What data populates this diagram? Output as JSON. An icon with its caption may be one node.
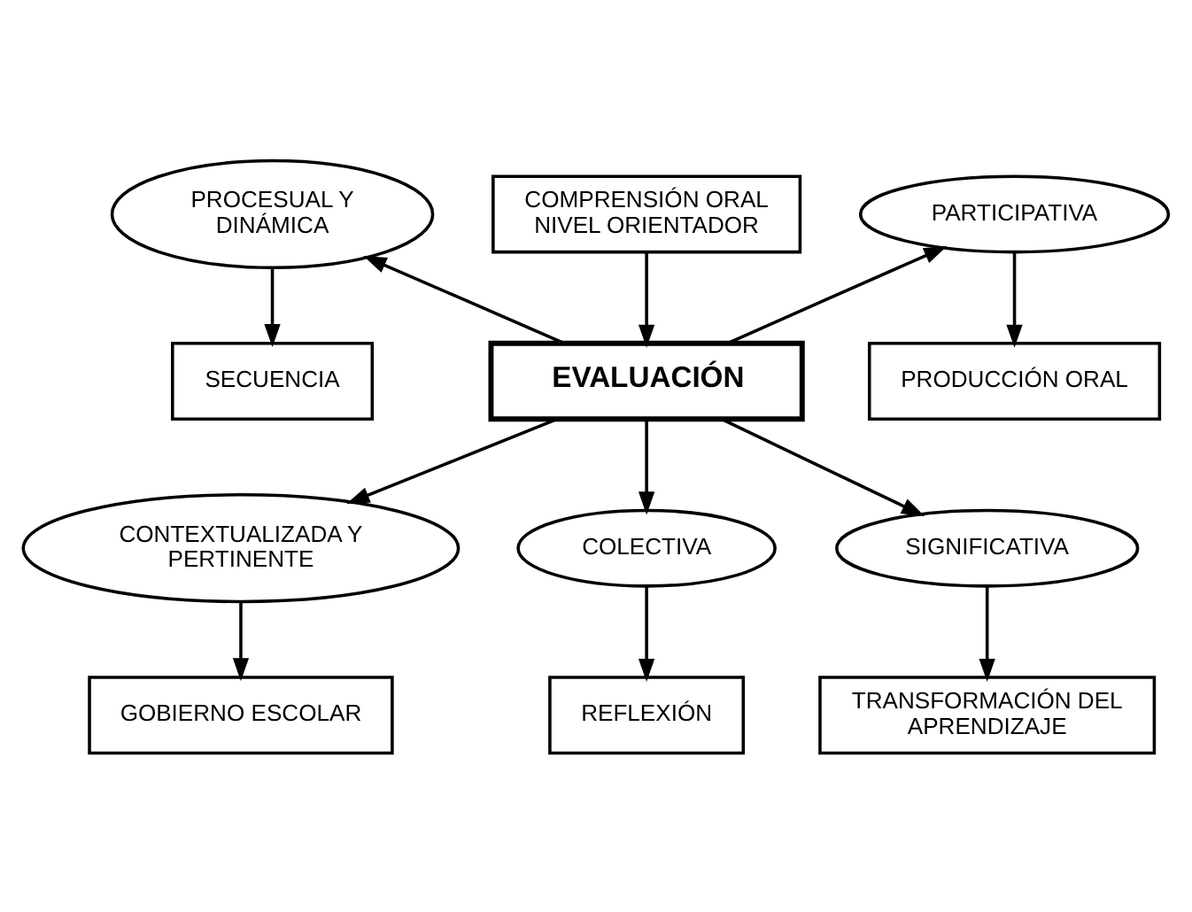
{
  "diagram": {
    "nodes": [
      {
        "text": [
          "EVALUACIÓN"
        ]
      },
      {
        "text": [
          "PROCESUAL Y DINÁMICA"
        ]
      },
      {
        "text": [
          "COMPRENSIÓN ORAL NIVEL ORIENTADOR"
        ]
      },
      {
        "text": [
          "PARTICIPATIVA"
        ]
      },
      {
        "text": [
          "SECUENCIA"
        ]
      },
      {
        "text": [
          "PRODUCCIÓN ORAL"
        ]
      },
      {
        "text": [
          "CONTEXTUALIZADA Y PERTINENTE"
        ]
      },
      {
        "text": [
          "COLECTIVA"
        ]
      },
      {
        "text": [
          "SIGNIFICATIVA"
        ]
      },
      {
        "text": [
          "GOBIERNO ESCOLAR"
        ]
      },
      {
        "text": [
          "REFLEXIÓN"
        ]
      },
      {
        "text": [
          "TRANSFORMACIÓN DEL APRENDIZAJE"
        ]
      }
    ],
    "edges": [
      {
        "from": 0,
        "to": 1,
        "arrow": "to"
      },
      {
        "from": 2,
        "to": 0,
        "arrow": "to"
      },
      {
        "from": 0,
        "to": 3,
        "arrow": "to"
      },
      {
        "from": 1,
        "to": 4,
        "arrow": "to"
      },
      {
        "from": 3,
        "to": 5,
        "arrow": "to"
      },
      {
        "from": 0,
        "to": 6,
        "arrow": "to"
      },
      {
        "from": 0,
        "to": 7,
        "arrow": "to"
      },
      {
        "from": 0,
        "to": 8,
        "arrow": "to"
      },
      {
        "from": 6,
        "to": 9,
        "arrow": "to"
      },
      {
        "from": 7,
        "to": 10,
        "arrow": "to"
      },
      {
        "from": 8,
        "to": 11,
        "arrow": "to"
      }
    ]
  }
}
